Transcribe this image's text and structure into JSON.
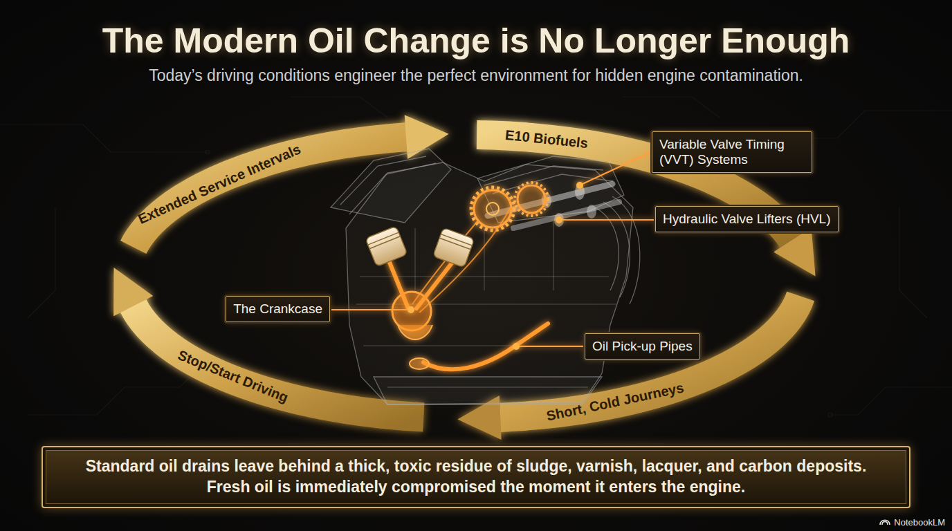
{
  "diagram": {
    "title": "The Modern Oil Change is No Longer Enough",
    "nodes": [
      {
        "text": [
          "Variable Valve Timing (VVT) Systems"
        ]
      },
      {
        "text": [
          "Hydraulic Valve Lifters (HVL)"
        ]
      },
      {
        "text": [
          "The Crankcase"
        ]
      },
      {
        "text": [
          "Oil Pick-up Pipes"
        ]
      },
      {
        "text": [
          "Standard oil drains leave behind a thick, toxic residue of sludge, varnish, lacquer, and carbon deposits. Fresh oil is immediately compromised the moment it enters the engine."
        ]
      }
    ],
    "labels": [
      "Today’s driving conditions engineer the perfect environment for hidden engine contamination.",
      "Extended Service Intervals",
      "E10 Biofuels",
      "Short, Cold Journeys",
      "Stop/Start Driving",
      "NotebookLM"
    ]
  }
}
